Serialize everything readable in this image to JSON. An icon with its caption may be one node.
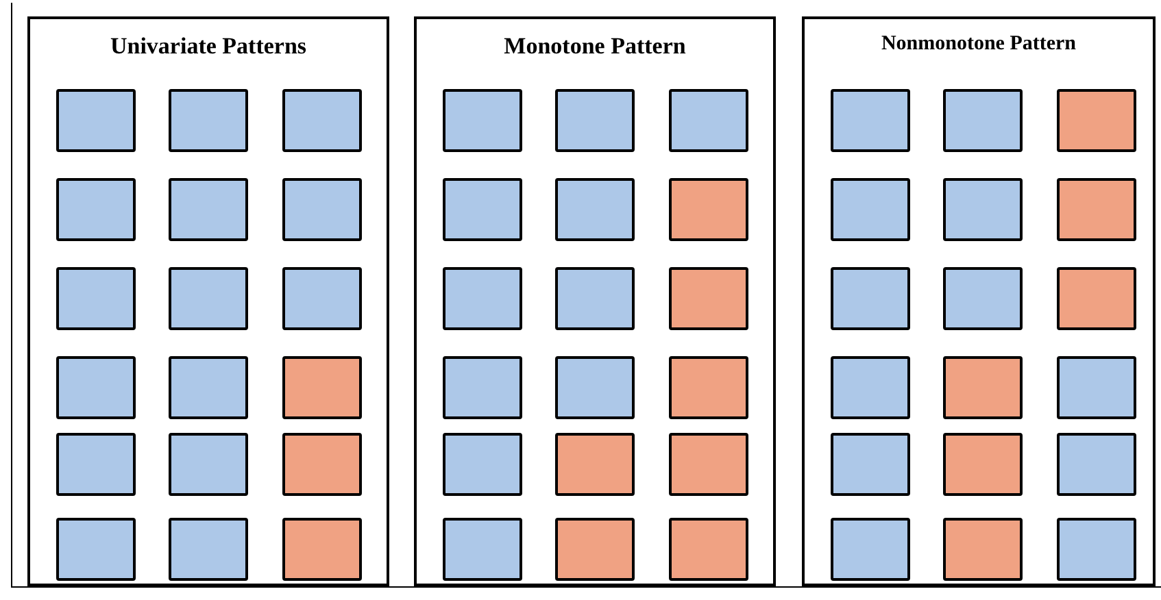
{
  "diagram": {
    "nodes": [
      {
        "text": [
          "Univariate Patterns"
        ]
      },
      {
        "text": [],
        "shape": "box",
        "in": 0
      },
      {
        "text": [],
        "shape": "box",
        "in": 0
      },
      {
        "text": [],
        "shape": "box",
        "in": 0
      },
      {
        "text": [],
        "shape": "box",
        "in": 0
      },
      {
        "text": [],
        "shape": "box",
        "in": 0
      },
      {
        "text": [],
        "shape": "box",
        "in": 0
      },
      {
        "text": [],
        "shape": "box",
        "in": 0
      },
      {
        "text": [],
        "shape": "box",
        "in": 0
      },
      {
        "text": [],
        "shape": "box",
        "in": 0
      },
      {
        "text": [],
        "shape": "box",
        "in": 0
      },
      {
        "text": [],
        "shape": "box",
        "in": 0
      },
      {
        "text": [],
        "shape": "box",
        "in": 0
      },
      {
        "text": [],
        "shape": "box",
        "in": 0
      },
      {
        "text": [],
        "shape": "box",
        "in": 0
      },
      {
        "text": [],
        "shape": "box",
        "in": 0
      },
      {
        "text": [],
        "shape": "box",
        "in": 0
      },
      {
        "text": [],
        "shape": "box",
        "in": 0
      },
      {
        "text": [],
        "shape": "box",
        "in": 0
      },
      {
        "text": [
          "Monotone Pattern"
        ]
      },
      {
        "text": [],
        "shape": "box",
        "in": 19
      },
      {
        "text": [],
        "shape": "box",
        "in": 19
      },
      {
        "text": [],
        "shape": "box",
        "in": 19
      },
      {
        "text": [],
        "shape": "box",
        "in": 19
      },
      {
        "text": [],
        "shape": "box",
        "in": 19
      },
      {
        "text": [],
        "shape": "box",
        "in": 19
      },
      {
        "text": [],
        "shape": "box",
        "in": 19
      },
      {
        "text": [],
        "shape": "box",
        "in": 19
      },
      {
        "text": [],
        "shape": "box",
        "in": 19
      },
      {
        "text": [],
        "shape": "box",
        "in": 19
      },
      {
        "text": [],
        "shape": "box",
        "in": 19
      },
      {
        "text": [],
        "shape": "box",
        "in": 19
      },
      {
        "text": [],
        "shape": "box",
        "in": 19
      },
      {
        "text": [],
        "shape": "box",
        "in": 19
      },
      {
        "text": [],
        "shape": "box",
        "in": 19
      },
      {
        "text": [],
        "shape": "box",
        "in": 19
      },
      {
        "text": [],
        "shape": "box",
        "in": 19
      },
      {
        "text": [],
        "shape": "box",
        "in": 19
      },
      {
        "text": [
          "Nonmonotone Pattern"
        ]
      },
      {
        "text": [],
        "shape": "box",
        "in": 38
      },
      {
        "text": [],
        "shape": "box",
        "in": 38
      },
      {
        "text": [],
        "shape": "box",
        "in": 38
      },
      {
        "text": [],
        "shape": "box",
        "in": 38
      },
      {
        "text": [],
        "shape": "box",
        "in": 38
      },
      {
        "text": [],
        "shape": "box",
        "in": 38
      },
      {
        "text": [],
        "shape": "box",
        "in": 38
      },
      {
        "text": [],
        "shape": "box",
        "in": 38
      },
      {
        "text": [],
        "shape": "box",
        "in": 38
      },
      {
        "text": [],
        "shape": "box",
        "in": 38
      },
      {
        "text": [],
        "shape": "box",
        "in": 38
      },
      {
        "text": [],
        "shape": "box",
        "in": 38
      },
      {
        "text": [],
        "shape": "box",
        "in": 38
      },
      {
        "text": [],
        "shape": "box",
        "in": 38
      },
      {
        "text": [],
        "shape": "box",
        "in": 38
      },
      {
        "text": [],
        "shape": "box",
        "in": 38
      },
      {
        "text": [],
        "shape": "box",
        "in": 38
      },
      {
        "text": [],
        "shape": "box",
        "in": 38
      }
    ]
  }
}
